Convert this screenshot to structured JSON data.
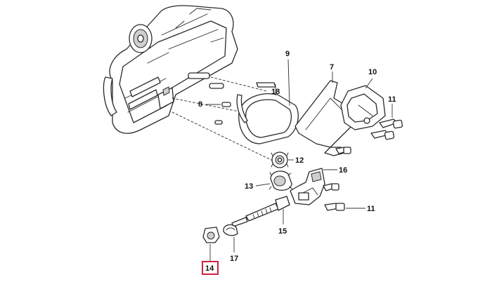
{
  "labels": {
    "p7": "7",
    "p8": "8",
    "p9": "9",
    "p10": "10",
    "p11a": "11",
    "p11b": "11",
    "p12": "12",
    "p13": "13",
    "p14": "14",
    "p15": "15",
    "p16": "16",
    "p17": "17",
    "p18": "18"
  },
  "highlighted_part": "14",
  "colors": {
    "highlight": "#d0213f",
    "line": "#2a2a2a"
  }
}
